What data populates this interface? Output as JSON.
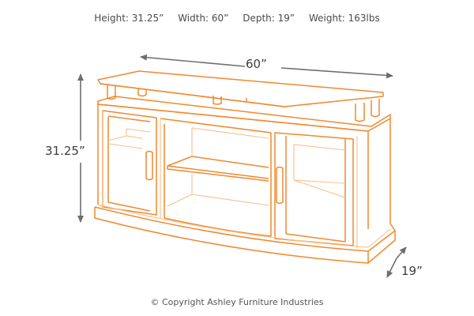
{
  "specs": {
    "height": "Height: 31.25”",
    "width": "Width: 60”",
    "depth": "Depth: 19”",
    "weight": "Weight: 163lbs"
  },
  "dimensions": {
    "width_label": "60”",
    "height_label": "31.25”",
    "depth_label": "19”"
  },
  "copyright": "© Copyright Ashley Furniture Industries",
  "colors": {
    "line_orange": "#f0892e",
    "line_light_orange": "#f6c08c",
    "arrow_gray": "#6e6e6e",
    "text_gray": "#4a4a4a"
  },
  "drawing": {
    "subject": "TV stand with two glass doors and center open shelf",
    "icons": [
      "tv-stand-line-drawing",
      "width-arrow",
      "height-arrow",
      "depth-arrow"
    ]
  }
}
